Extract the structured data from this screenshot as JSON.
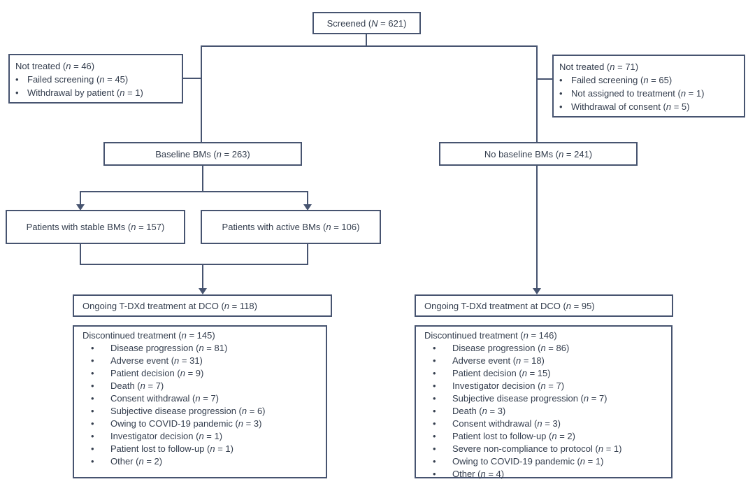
{
  "diagram": {
    "bullet": "•",
    "screened": "Screened (N = 621)",
    "not_treated_left": {
      "title": "Not treated (n = 46)",
      "items": [
        "Failed screening (n = 45)",
        "Withdrawal by patient (n = 1)"
      ]
    },
    "not_treated_right": {
      "title": "Not treated (n = 71)",
      "items": [
        "Failed screening (n = 65)",
        "Not assigned to treatment (n = 1)",
        "Withdrawal of consent (n = 5)"
      ]
    },
    "baseline_bms": "Baseline BMs (n = 263)",
    "no_baseline_bms": "No baseline BMs (n = 241)",
    "stable_bms": "Patients with stable BMs (n = 157)",
    "active_bms": "Patients with active BMs (n = 106)",
    "ongoing_left": "Ongoing T-DXd treatment at DCO (n = 118)",
    "ongoing_right": "Ongoing T-DXd treatment at DCO (n = 95)",
    "discontinued_left": {
      "title": "Discontinued treatment (n = 145)",
      "items": [
        "Disease progression (n = 81)",
        "Adverse event (n = 31)",
        "Patient decision (n = 9)",
        "Death (n = 7)",
        "Consent withdrawal (n = 7)",
        "Subjective disease progression (n = 6)",
        "Owing to COVID-19 pandemic (n = 3)",
        "Investigator decision (n = 1)",
        "Patient lost to follow-up (n = 1)",
        "Other (n = 2)"
      ]
    },
    "discontinued_right": {
      "title": "Discontinued treatment (n = 146)",
      "items": [
        "Disease progression (n = 86)",
        "Adverse event (n = 18)",
        "Patient decision (n = 15)",
        "Investigator decision (n = 7)",
        "Subjective disease progression (n = 7)",
        "Death (n = 3)",
        "Consent withdrawal (n = 3)",
        "Patient lost to follow-up (n = 2)",
        "Severe non-compliance to protocol (n = 1)",
        "Owing to COVID-19 pandemic (n = 1)",
        "Other (n = 4)"
      ]
    },
    "colors": {
      "line": "#475470",
      "text": "#343e4e",
      "background": "#ffffff"
    }
  }
}
